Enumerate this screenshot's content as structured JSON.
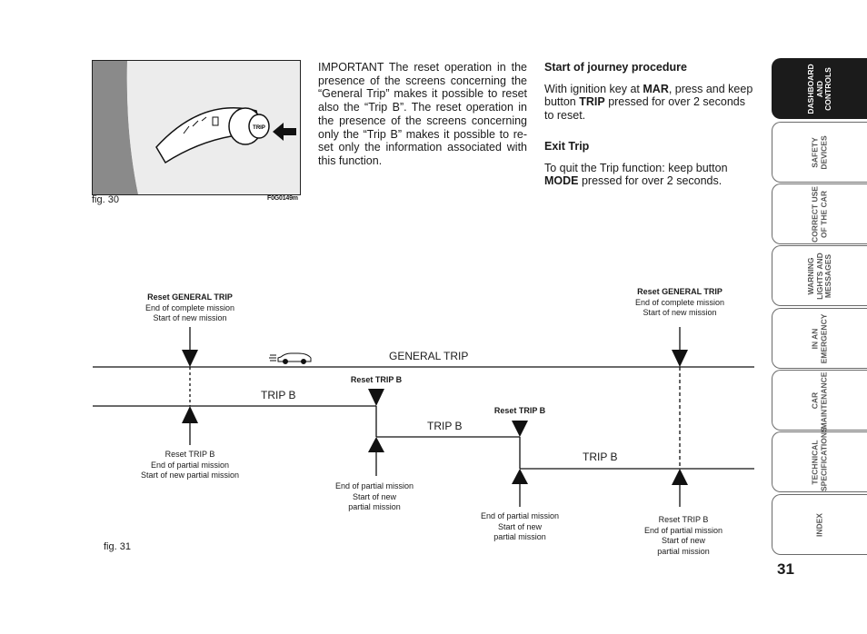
{
  "figures": {
    "fig30": {
      "caption": "fig. 30",
      "code": "F0G0149m",
      "button_label": "TRIP"
    },
    "fig31": {
      "caption": "fig. 31"
    }
  },
  "text": {
    "important": "IMPORTANT The reset operation in the presence of the screens concerning the “General Trip” makes it possible to reset also the “Trip B”. The reset operation in the presence of the screens concerning only the “Trip B” makes it possible to re-set only the information associated with this function.",
    "start_heading": "Start of journey procedure",
    "start_body_1": "With ignition key at ",
    "start_key": "MAR",
    "start_body_2": ", press and keep button ",
    "start_button": "TRIP",
    "start_body_3": " pressed for over 2 seconds to reset.",
    "exit_heading": "Exit Trip",
    "exit_body_1": "To quit the Trip function: keep button ",
    "exit_button": "MODE",
    "exit_body_2": " pressed for over 2 seconds."
  },
  "diagram": {
    "general_trip": "GENERAL TRIP",
    "trip_b": "TRIP B",
    "reset_general_bold": "Reset GENERAL TRIP",
    "reset_trip_b_bold": "Reset TRIP B",
    "reset_trip_b": "Reset TRIP B",
    "end_complete": "End of complete mission",
    "start_new_mission": "Start of new mission",
    "end_partial": "End of partial mission",
    "start_new_partial": "Start of new partial mission",
    "start_of_new": "Start of new",
    "partial_mission": "partial mission"
  },
  "tabs": [
    {
      "label": "DASHBOARD\nAND CONTROLS",
      "active": true
    },
    {
      "label": "SAFETY\nDEVICES",
      "active": false
    },
    {
      "label": "CORRECT USE\nOF THE CAR",
      "active": false
    },
    {
      "label": "WARNING\nLIGHTS AND\nMESSAGES",
      "active": false
    },
    {
      "label": "IN AN\nEMERGENCY",
      "active": false
    },
    {
      "label": "CAR\nMAINTENANCE",
      "active": false
    },
    {
      "label": "TECHNICAL\nSPECIFICATIONS",
      "active": false
    },
    {
      "label": "INDEX",
      "active": false
    }
  ],
  "page_number": "31"
}
